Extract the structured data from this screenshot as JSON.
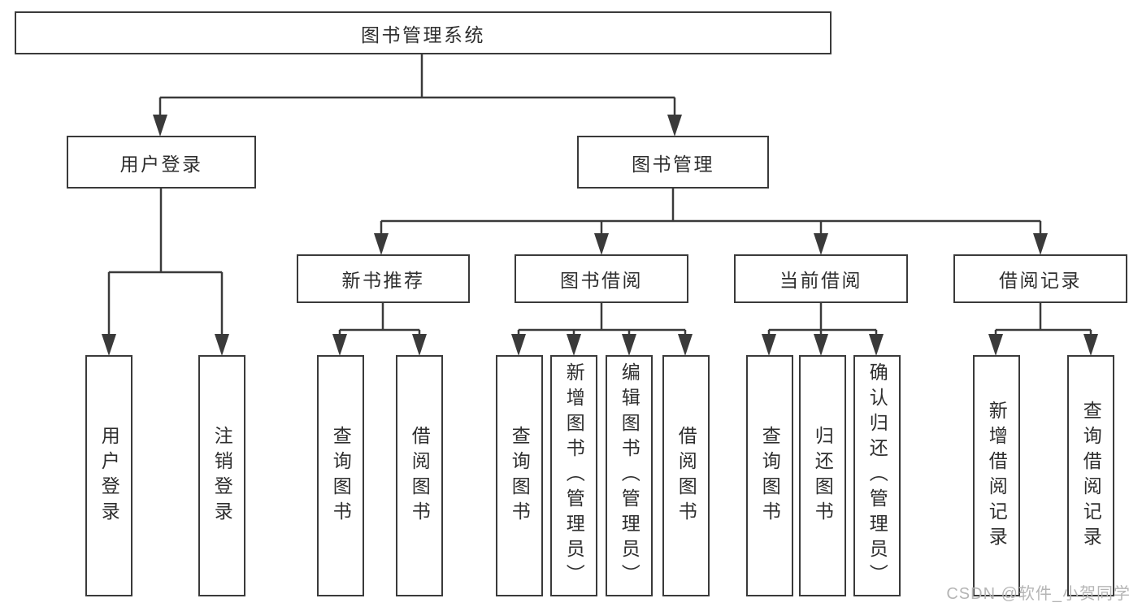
{
  "nodes": {
    "root": "图书管理系统",
    "level2": [
      "用户登录",
      "图书管理"
    ],
    "level3": [
      "新书推荐",
      "图书借阅",
      "当前借阅",
      "借阅记录"
    ],
    "leaves": {
      "user_login": [
        "用户登录",
        "注销登录"
      ],
      "recommend": [
        "查询图书",
        "借阅图书"
      ],
      "borrow": [
        "查询图书",
        "新增图书（管理员）",
        "编辑图书（管理员）",
        "借阅图书"
      ],
      "current": [
        "查询图书",
        "归还图书",
        "确认归还（管理员）"
      ],
      "records": [
        "新增借阅记录",
        "查询借阅记录"
      ]
    }
  },
  "hierarchy": {
    "label": "图书管理系统",
    "children": [
      {
        "label": "用户登录",
        "children": [
          {
            "label": "用户登录"
          },
          {
            "label": "注销登录"
          }
        ]
      },
      {
        "label": "图书管理",
        "children": [
          {
            "label": "新书推荐",
            "children": [
              {
                "label": "查询图书"
              },
              {
                "label": "借阅图书"
              }
            ]
          },
          {
            "label": "图书借阅",
            "children": [
              {
                "label": "查询图书"
              },
              {
                "label": "新增图书（管理员）"
              },
              {
                "label": "编辑图书（管理员）"
              },
              {
                "label": "借阅图书"
              }
            ]
          },
          {
            "label": "当前借阅",
            "children": [
              {
                "label": "查询图书"
              },
              {
                "label": "归还图书"
              },
              {
                "label": "确认归还（管理员）"
              }
            ]
          },
          {
            "label": "借阅记录",
            "children": [
              {
                "label": "新增借阅记录"
              },
              {
                "label": "查询借阅记录"
              }
            ]
          }
        ]
      }
    ]
  },
  "watermark": "CSDN @软件_小贺同学",
  "colors": {
    "line": "#3a3a3a",
    "text": "#2e2e2e",
    "watermark": "#b5b5b5",
    "background": "#ffffff"
  }
}
